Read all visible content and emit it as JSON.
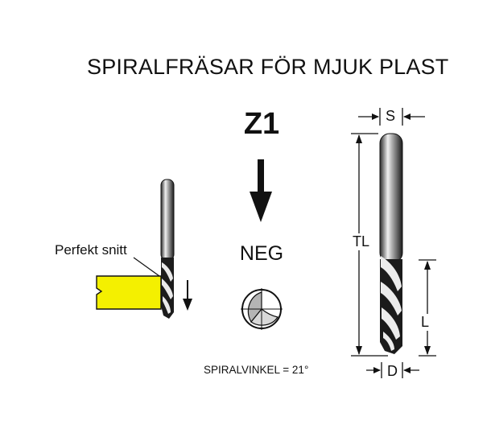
{
  "title": "SPIRALFRÄSAR FÖR MJUK PLAST",
  "flutes_label": "Z1",
  "rotation_label": "NEG",
  "cut_label": "Perfekt snitt",
  "spiral_angle_label": "SPIRALVINKEL = 21°",
  "dimensions": {
    "shank": "S",
    "total_length": "TL",
    "cutting_length": "L",
    "diameter": "D"
  },
  "colors": {
    "workpiece": "#f4f000",
    "ink": "#111111",
    "tool_dark": "#1a1a1a",
    "tool_light": "#e8e8e8"
  },
  "icons": [
    "down-arrow-icon",
    "feed-arrow-icon",
    "flute-cross-section-icon"
  ]
}
